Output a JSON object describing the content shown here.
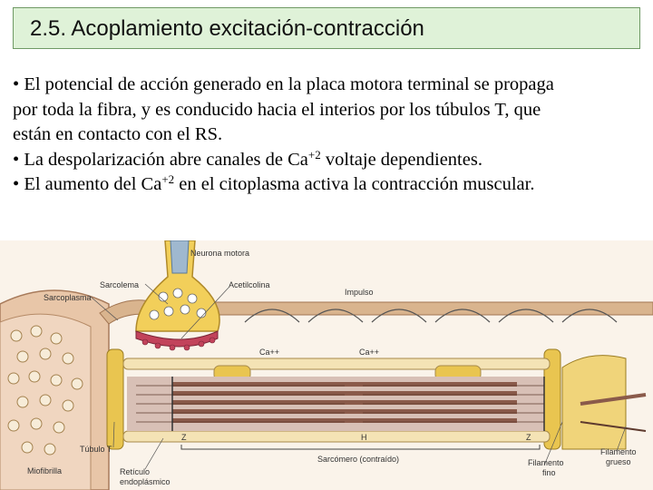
{
  "slide": {
    "title": "2.5. Acoplamiento excitación-contracción",
    "bullets": [
      {
        "marker": "•",
        "line1": "El potencial de acción generado en la placa motora terminal se propaga",
        "line2": "por toda la fibra, y es conducido hacia el interios por los túbulos T, que",
        "line3": "están en contacto con el RS."
      },
      {
        "marker": "•",
        "before": "La despolarización abre canales de Ca",
        "sup": "+2",
        "after": " voltaje dependientes."
      },
      {
        "marker": "•",
        "before": "El aumento del Ca",
        "sup": "+2",
        "after": " en el citoplasma activa la contracción muscular."
      }
    ]
  },
  "diagram": {
    "labels": {
      "neurona": "Neurona motora",
      "sarcolema": "Sarcolema",
      "acetilcolina": "Acetilcolina",
      "sarcoplasma": "Sarcoplasma",
      "impulso": "Impulso",
      "ca_left": "Ca++",
      "ca_right": "Ca++",
      "z_left": "Z",
      "h": "H",
      "z_right": "Z",
      "sarcomero": "Sarcómero (contraído)",
      "tubulo": "Túbulo T",
      "miofibrilla": "Miofibrilla",
      "reticulo": "Retículo",
      "endoplasmico": "endoplásmico",
      "filamento_fino1": "Filamento",
      "filamento_fino2": "fino",
      "filamento_grueso1": "Filamento",
      "filamento_grueso2": "grueso"
    },
    "colors": {
      "nerve": "#f2cf5a",
      "cleft": "#c2435b",
      "membrane": "#c8a27a",
      "myofibril": "#8a5a4a",
      "tubule": "#e9c550",
      "sarcoplasm": "#f3e0cf"
    }
  }
}
